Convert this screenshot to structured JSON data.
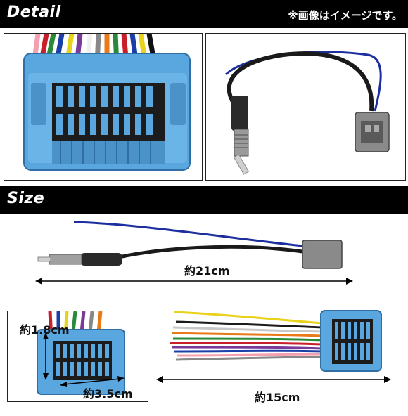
{
  "detail_section": {
    "title": "Detail",
    "note": "※画像はイメージです。"
  },
  "size_section": {
    "title": "Size",
    "antenna_length": "約21cm",
    "connector_height": "約1.8cm",
    "connector_width": "約3.5cm",
    "harness_length": "約15cm"
  },
  "colors": {
    "connector_blue": "#5aa6df",
    "bar": "#000000",
    "cable": "#1a1a1a",
    "wire_blue": "#1d2f9e"
  }
}
